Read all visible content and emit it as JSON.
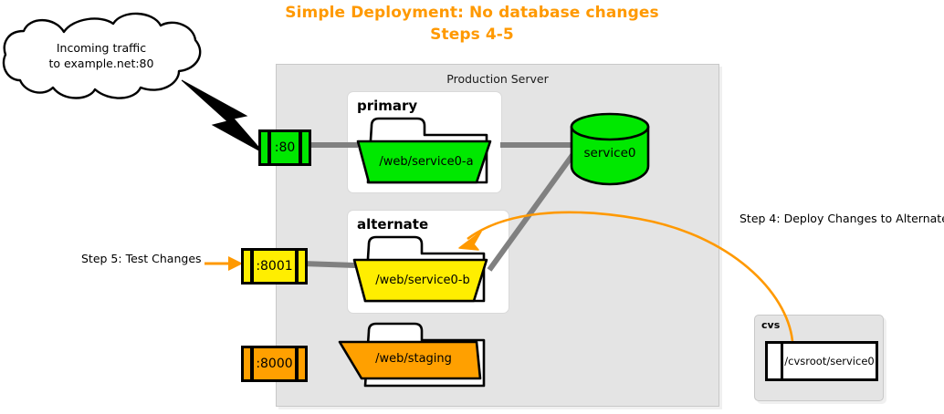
{
  "title": {
    "line1": "Simple Deployment: No database changes",
    "line2": "Steps 4-5",
    "color": "#ff9900"
  },
  "cloud": {
    "name": "incoming-traffic-cloud",
    "line1": "Incoming traffic",
    "line2": "to example.net:80"
  },
  "production_server": {
    "label": "Production Server",
    "background": "#e4e4e4"
  },
  "ports": [
    {
      "id": "port-80",
      "label": ":80",
      "color": "#00e800"
    },
    {
      "id": "port-8001",
      "label": ":8001",
      "color": "#ffee00"
    },
    {
      "id": "port-8000",
      "label": ":8000",
      "color": "#ffa000"
    }
  ],
  "groups": [
    {
      "id": "primary",
      "label": "primary"
    },
    {
      "id": "alternate",
      "label": "alternate"
    }
  ],
  "folders": [
    {
      "id": "folder-primary",
      "label": "/web/service0-a",
      "color": "#00e800"
    },
    {
      "id": "folder-alternate",
      "label": "/web/service0-b",
      "color": "#ffee00"
    },
    {
      "id": "folder-staging",
      "label": "/web/staging",
      "color": "#ffa000"
    }
  ],
  "database": {
    "label": "service0",
    "color": "#00e800"
  },
  "cvs": {
    "label": "cvs",
    "component_label": "/cvsroot/service0"
  },
  "steps": [
    {
      "id": "step-4",
      "label": "Step 4: Deploy Changes to Alternate",
      "color": "#ff9900"
    },
    {
      "id": "step-5",
      "label": "Step 5: Test Changes",
      "color": "#ff9900"
    }
  ],
  "colors": {
    "connector": "#808080",
    "arrow": "#ff9900",
    "outline": "#000000"
  }
}
